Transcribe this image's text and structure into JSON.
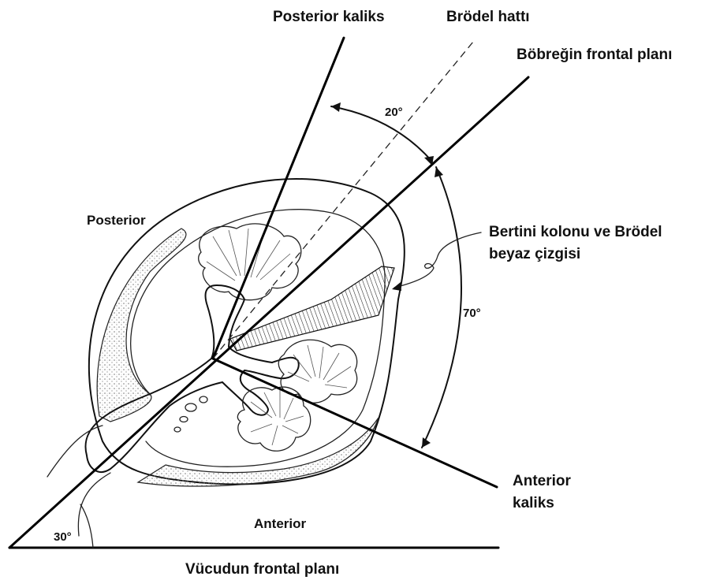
{
  "labels": {
    "posterior_kaliks": "Posterior kaliks",
    "brodel_hatti": "Brödel hattı",
    "bobregin_frontal_plani": "Böbreğin frontal planı",
    "angle_20": "20°",
    "posterior": "Posterior",
    "bertini_line1": "Bertini kolonu ve Brödel",
    "bertini_line2": "beyaz çizgisi",
    "angle_70": "70°",
    "anterior_kaliks_line1": "Anterior",
    "anterior_kaliks_line2": "kaliks",
    "angle_30": "30°",
    "anterior": "Anterior",
    "vucudun_frontal_plani": "Vücudun frontal planı"
  },
  "colors": {
    "ink": "#111111",
    "stipple": "#9a9a9a",
    "background": "#ffffff"
  }
}
